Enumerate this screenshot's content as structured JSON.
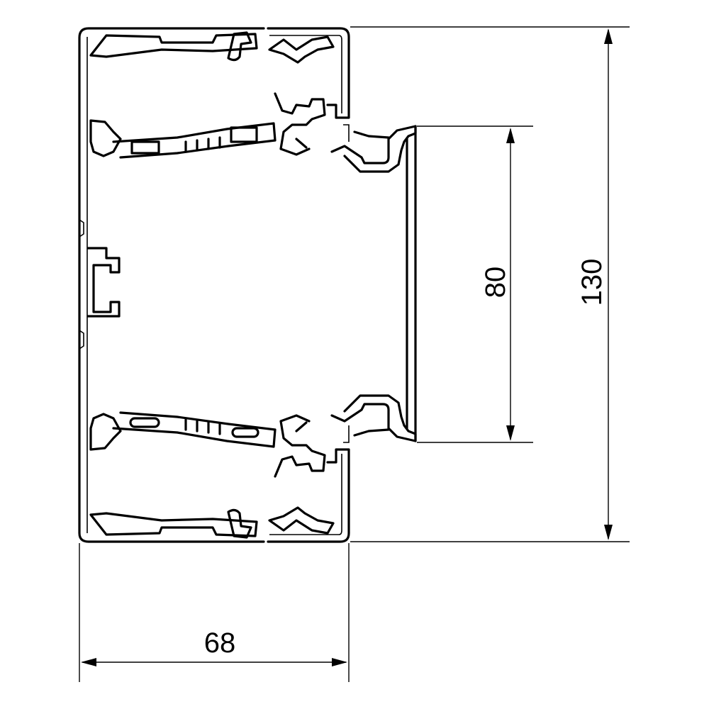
{
  "drawing": {
    "dimensions": {
      "width_label": "68",
      "height_label": "130",
      "inner_height_label": "80"
    }
  }
}
